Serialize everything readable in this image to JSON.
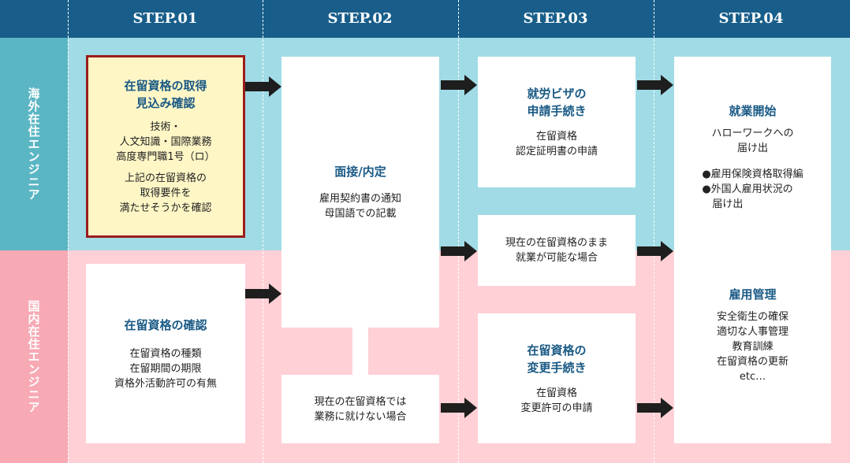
{
  "steps": [
    "STEP.01",
    "STEP.02",
    "STEP.03",
    "STEP.04"
  ],
  "rows": {
    "overseas": "海外在住エンジニア",
    "domestic": "国内在住エンジニア"
  },
  "step1": {
    "overseas": {
      "title": "在留資格の取得\n見込み確認",
      "detail1": "技術・\n人文知識・国際業務\n高度専門職1号（ロ）",
      "detail2": "上記の在留資格の\n取得要件を\n満たせそうかを確認"
    },
    "domestic": {
      "title": "在留資格の確認",
      "detail": "在留資格の種類\n在留期間の期限\n資格外活動許可の有無"
    }
  },
  "step2": {
    "main": {
      "title": "面接/内定",
      "detail": "雇用契約書の通知\n母国語での記載"
    },
    "branch": {
      "text": "現在の在留資格では\n業務に就けない場合"
    }
  },
  "step3": {
    "visa": {
      "title": "就労ビザの\n申請手続き",
      "detail": "在留資格\n認定証明書の申請"
    },
    "keep": {
      "text": "現在の在留資格のまま\n就業が可能な場合"
    },
    "change": {
      "title": "在留資格の\n変更手続き",
      "detail": "在留資格\n変更許可の申請"
    }
  },
  "step4": {
    "start": {
      "title": "就業開始",
      "detail": "ハローワークへの\n届け出",
      "bullets": "●雇用保険資格取得編\n●外国人雇用状況の\n　届け出"
    },
    "manage": {
      "title": "雇用管理",
      "detail": "安全衛生の確保\n適切な人事管理\n教育訓練\n在留資格の更新\netc…"
    }
  }
}
